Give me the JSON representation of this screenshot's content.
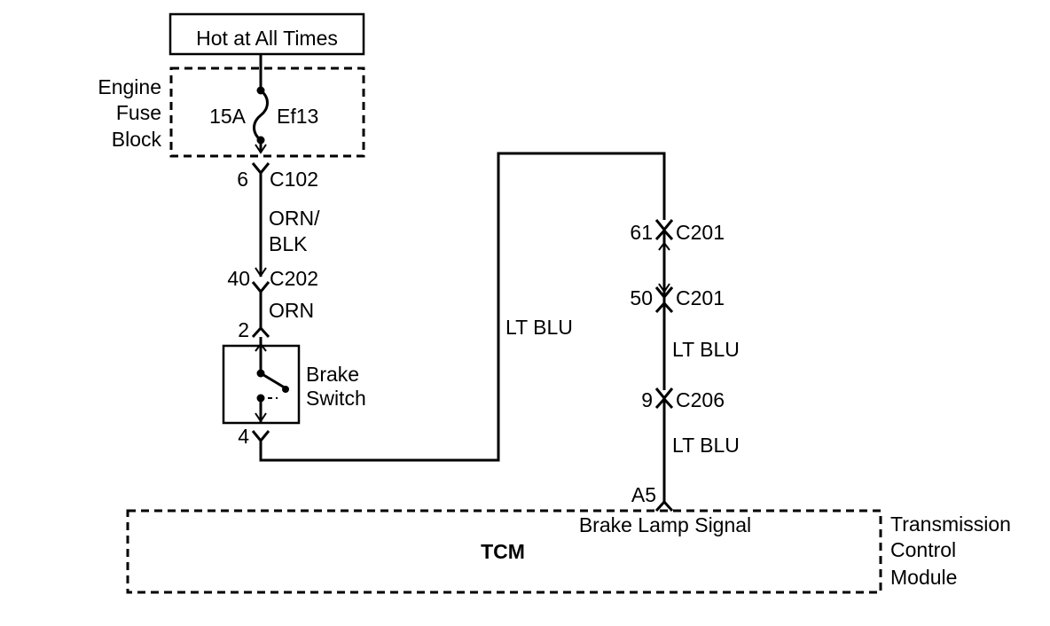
{
  "power": {
    "label": "Hot at All Times"
  },
  "fuse_block": {
    "name_lines": [
      "Engine",
      "Fuse",
      "Block"
    ],
    "fuse_rating": "15A",
    "fuse_id": "Ef13"
  },
  "connectors": {
    "c102": {
      "pin": "6",
      "name": "C102"
    },
    "c202": {
      "pin": "40",
      "name": "C202"
    },
    "c201_top": {
      "pin": "61",
      "name": "C201"
    },
    "c201_bottom": {
      "pin": "50",
      "name": "C201"
    },
    "c206": {
      "pin": "9",
      "name": "C206"
    }
  },
  "wires": {
    "orn_blk": [
      "ORN/",
      "BLK"
    ],
    "orn": "ORN",
    "lt_blu_long": "LT BLU",
    "lt_blu_mid": "LT BLU",
    "lt_blu_low": "LT BLU"
  },
  "brake_switch": {
    "name_lines": [
      "Brake",
      "Switch"
    ],
    "pin_in": "2",
    "pin_out": "4"
  },
  "tcm": {
    "pin": "A5",
    "signal": "Brake Lamp Signal",
    "short_name": "TCM",
    "full_name_lines": [
      "Transmission",
      "Control",
      "Module"
    ]
  }
}
